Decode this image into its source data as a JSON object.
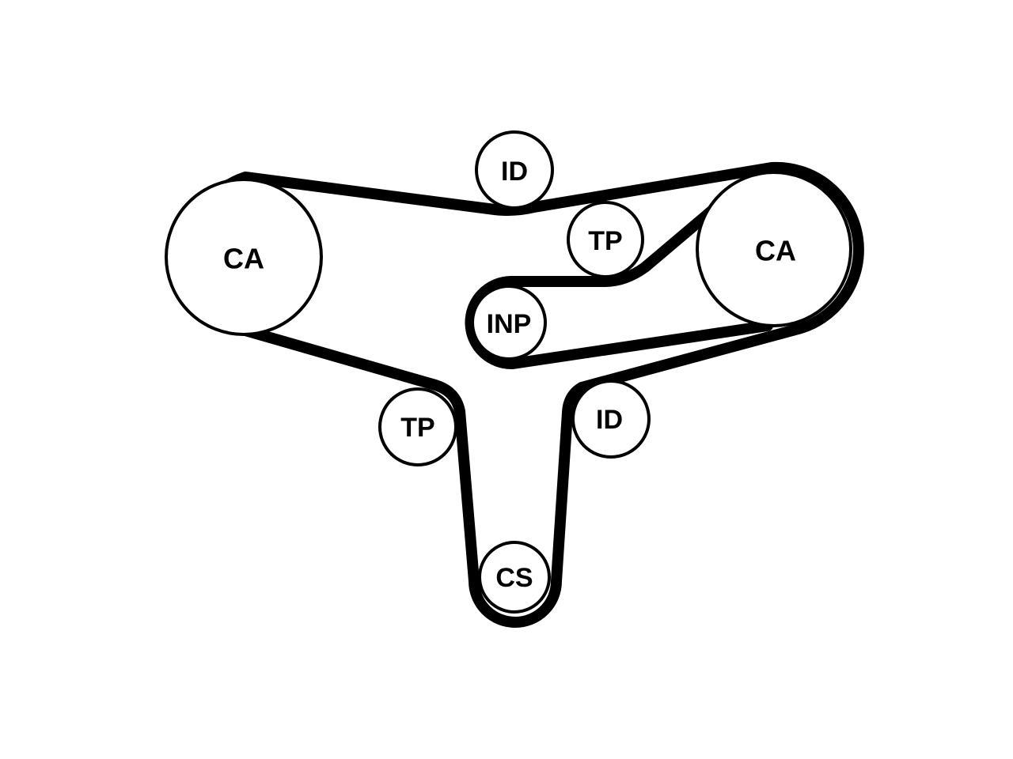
{
  "diagram": {
    "belt_color": "#000000",
    "pulley_stroke": "#000000",
    "background": "#ffffff",
    "pulleys": [
      {
        "id": "ca-left",
        "label": "CA"
      },
      {
        "id": "ca-right",
        "label": "CA"
      },
      {
        "id": "id-top",
        "label": "ID"
      },
      {
        "id": "tp-top",
        "label": "TP"
      },
      {
        "id": "inp",
        "label": "INP"
      },
      {
        "id": "tp-bottom",
        "label": "TP"
      },
      {
        "id": "id-bottom",
        "label": "ID"
      },
      {
        "id": "cs",
        "label": "CS"
      }
    ]
  }
}
